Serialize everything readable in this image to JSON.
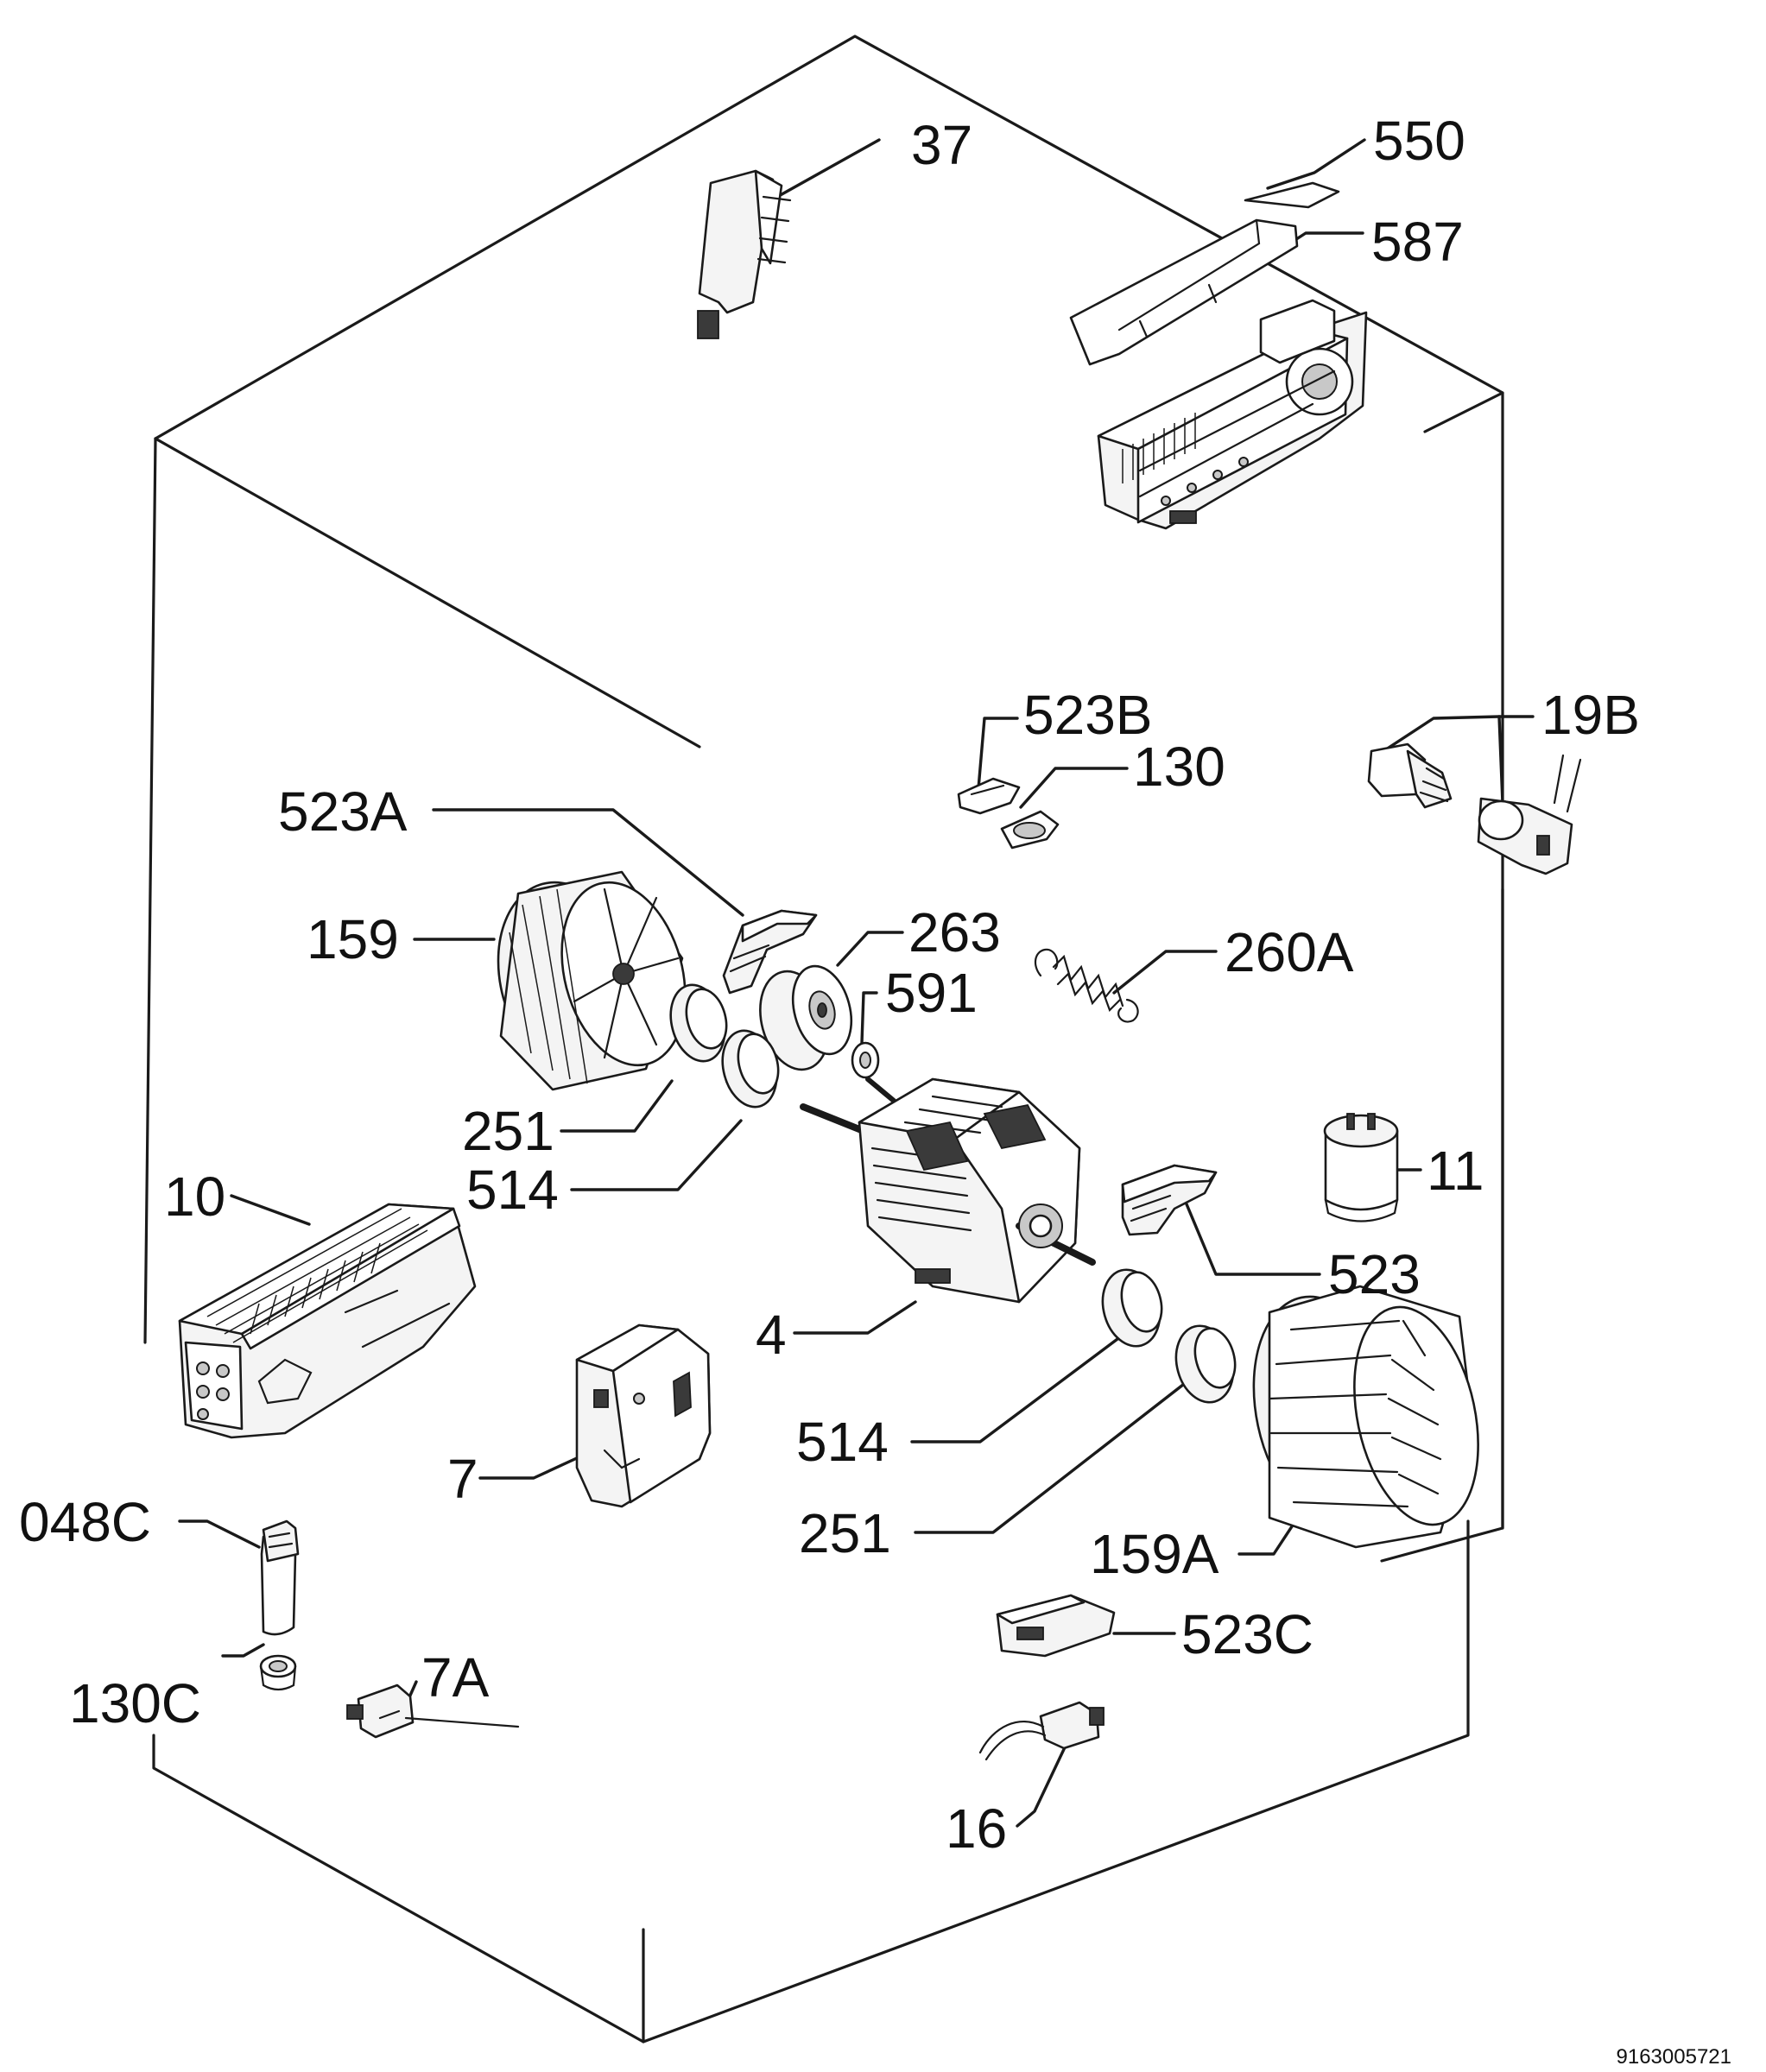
{
  "document_number": "9163005721",
  "callouts": {
    "c37": "37",
    "c550": "550",
    "c587": "587",
    "c523B": "523B",
    "c130": "130",
    "c19B": "19B",
    "c523A": "523A",
    "c159": "159",
    "c263": "263",
    "c591": "591",
    "c260A": "260A",
    "c251a": "251",
    "c514a": "514",
    "c11": "11",
    "c10": "10",
    "c523": "523",
    "c4": "4",
    "c514b": "514",
    "c7": "7",
    "c251b": "251",
    "c048C": "048C",
    "c159A": "159A",
    "c523C": "523C",
    "c7A": "7A",
    "c130C": "130C",
    "c16": "16"
  }
}
